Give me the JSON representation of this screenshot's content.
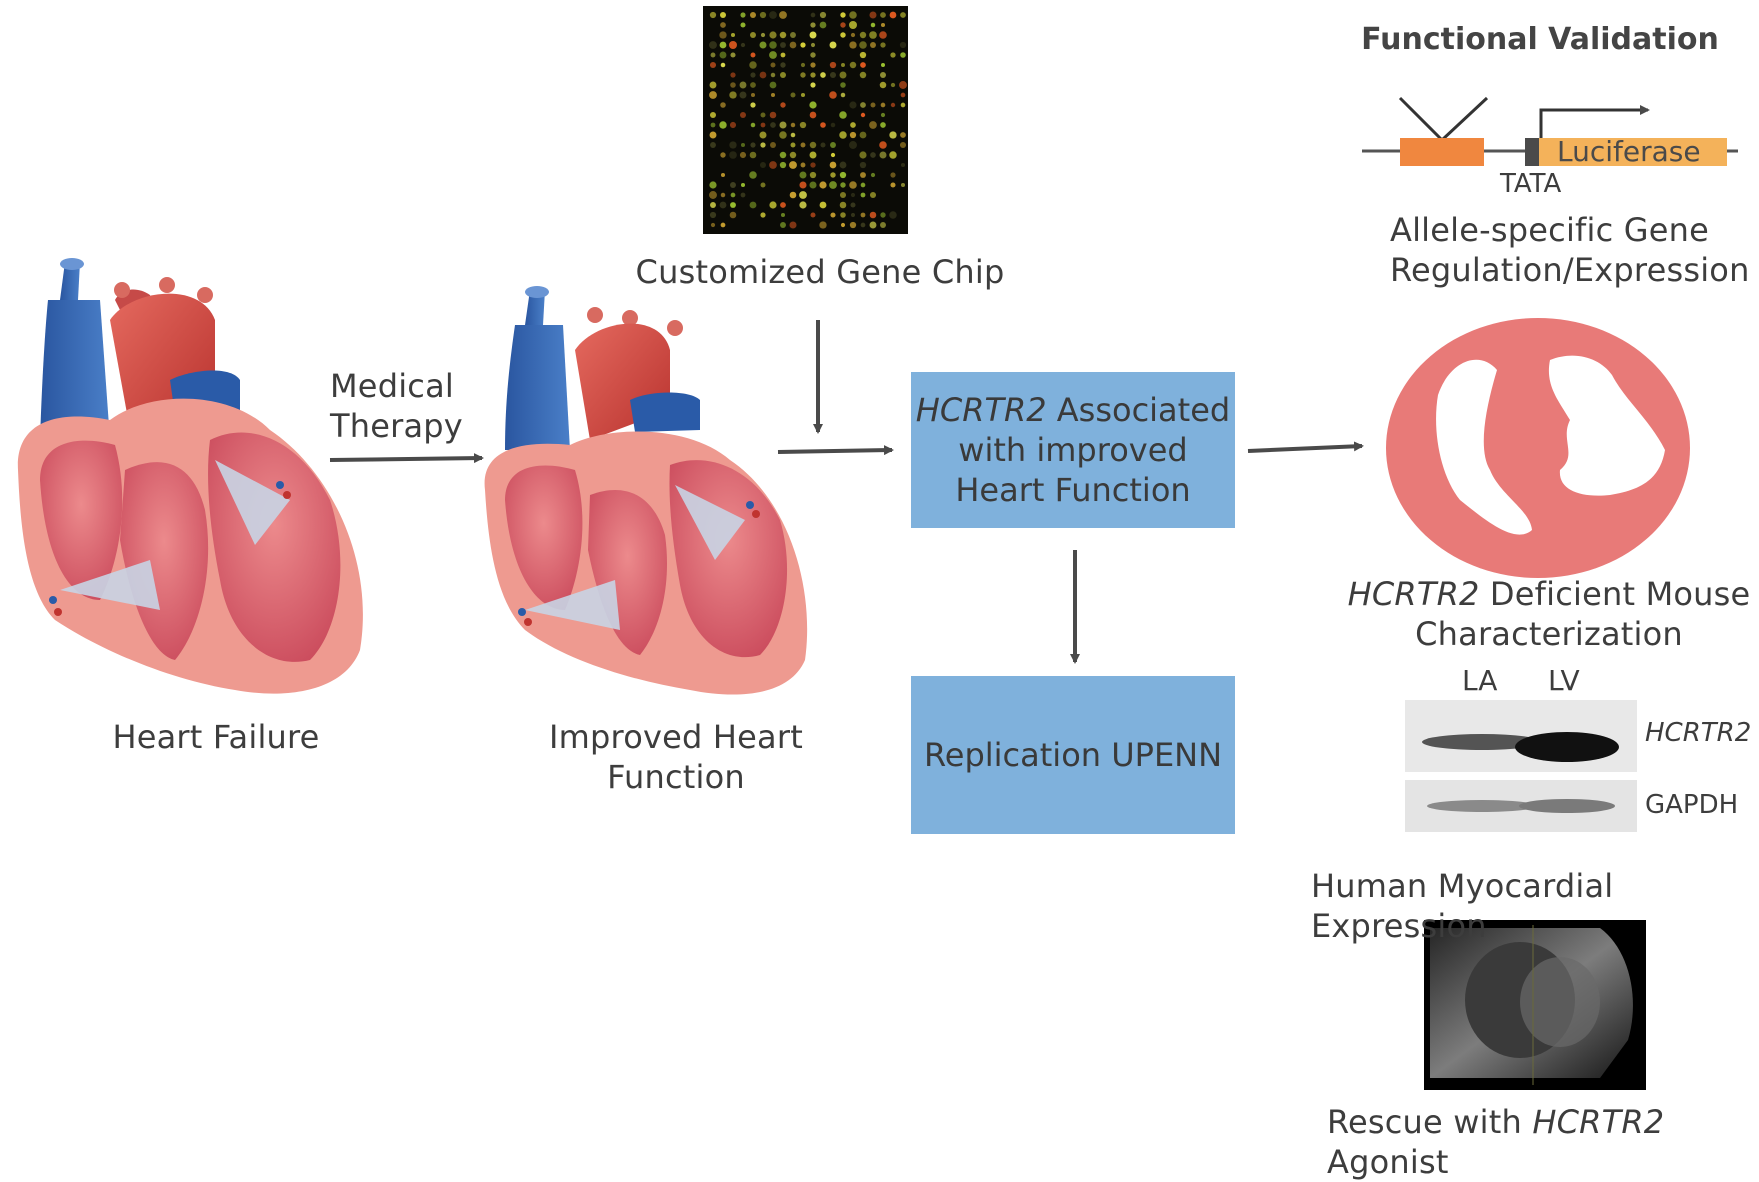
{
  "hearts": {
    "left_label": "Heart Failure",
    "right_label_line1": "Improved Heart",
    "right_label_line2": "Function"
  },
  "therapy": {
    "line1": "Medical",
    "line2": "Therapy"
  },
  "gene_chip": {
    "label": "Customized Gene Chip"
  },
  "assoc_box": {
    "gene": "HCRTR2",
    "line1_rest": " Associated",
    "line2": "with improved",
    "line3": "Heart Function"
  },
  "replication_box": {
    "label": "Replication UPENN"
  },
  "validation": {
    "title": "Functional Validation",
    "luciferase": "Luciferase",
    "tata": "TATA",
    "caption_line1": "Allele-specific Gene",
    "caption_line2": "Regulation/Expression"
  },
  "mouse": {
    "gene": "HCRTR2",
    "line1_rest": " Deficient Mouse",
    "line2": "Characterization"
  },
  "blot": {
    "col_la": "LA",
    "col_lv": "LV",
    "row1": "HCRTR2",
    "row2": "GAPDH",
    "caption": "Human Myocardial Expression"
  },
  "rescue": {
    "prefix": "Rescue with ",
    "gene": "HCRTR2",
    "suffix": " Agonist"
  },
  "colors": {
    "box_blue": "#7fb1dc",
    "arrow_gray": "#4a4a4a",
    "vessel_blue": "#2f62b0",
    "heart_red": "#d9534f",
    "myocardium_pink": "#e9827d",
    "promoter_orange": "#f0873f",
    "luciferase_orange": "#f4b25a"
  }
}
